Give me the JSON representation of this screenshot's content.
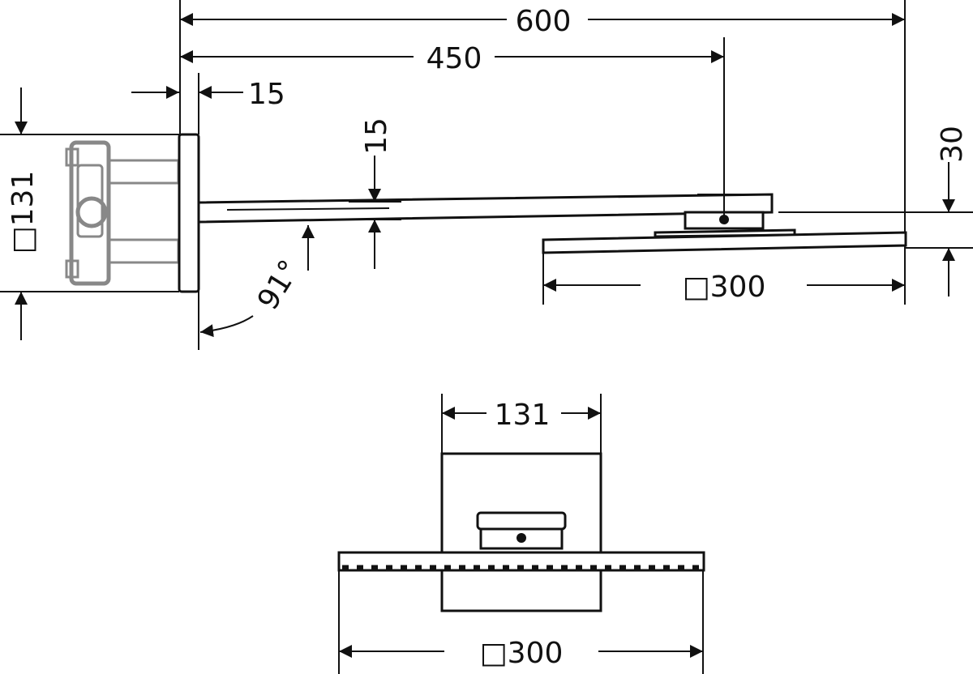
{
  "dimensions": {
    "overall_projection": "600",
    "arm_to_center": "450",
    "plate_thickness": "15",
    "arm_height": "15",
    "head_height": "30",
    "wall_plate_side": "131",
    "wall_plate_square": "□131",
    "head_square_side": "□300",
    "arm_angle": "91°",
    "front_plate_width": "131",
    "front_head_square": "□300"
  }
}
